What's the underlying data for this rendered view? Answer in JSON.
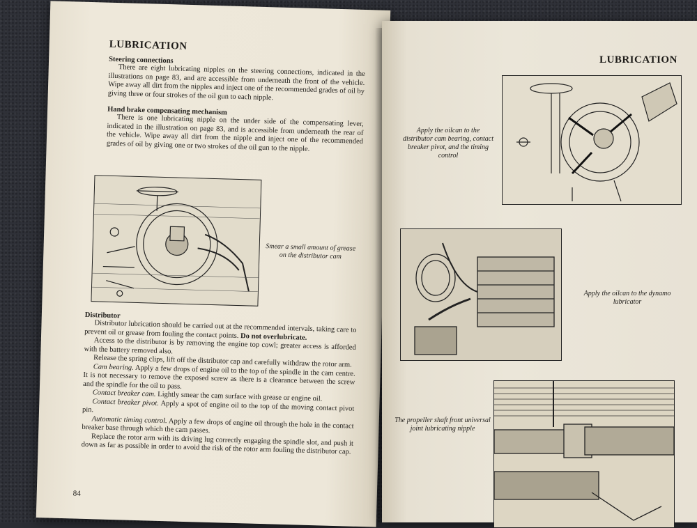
{
  "left_page": {
    "heading": "LUBRICATION",
    "steering": {
      "title": "Steering connections",
      "text": "There are eight lubricating nipples on the steering connections, indicated in the illustrations on page 83, and are accessible from underneath the front of the vehicle. Wipe away all dirt from the nipples and inject one of the recommended grades of oil by giving three or four strokes of the oil gun to each nipple."
    },
    "handbrake": {
      "title": "Hand brake compensating mechanism",
      "text": "There is one lubricating nipple on the under side of the compensating lever, indicated in the illustration on page 83, and is accessible from underneath the rear of the vehicle. Wipe away all dirt from the nipple and inject one of the recommended grades of oil by giving one or two strokes of the oil gun to the nipple."
    },
    "figure_caption": "Smear a small amount of grease on the distributor cam",
    "distributor": {
      "title": "Distributor",
      "p1": "Distributor lubrication should be carried out at the recommended intervals, taking care to prevent oil or grease from fouling the contact points.",
      "p1_bold": "Do not overlubricate.",
      "p2": "Access to the distributor is by removing the engine top cowl; greater access is afforded with the battery removed also.",
      "p3": "Release the spring clips, lift off the distributor cap and carefully withdraw the rotor arm.",
      "p4_label": "Cam bearing.",
      "p4": "Apply a few drops of engine oil to the top of the spindle in the cam centre. It is not necessary to remove the exposed screw as there is a clearance between the screw and the spindle for the oil to pass.",
      "p5_label": "Contact breaker cam.",
      "p5": "Lightly smear the cam surface with grease or engine oil.",
      "p6_label": "Contact breaker pivot.",
      "p6": "Apply a spot of engine oil to the top of the moving contact pivot pin.",
      "p7_label": "Automatic timing control.",
      "p7": "Apply a few drops of engine oil through the hole in the contact breaker base through which the cam passes.",
      "p8": "Replace the rotor arm with its driving lug correctly engaging the spindle slot, and push it down as far as possible in order to avoid the risk of the rotor arm fouling the distributor cap."
    },
    "page_number": "84"
  },
  "right_page": {
    "heading": "LUBRICATION",
    "caption_1": "Apply the oilcan to the distributor cam bearing, contact breaker pivot, and the timing control",
    "caption_2": "Apply the oilcan to the dynamo lubricator",
    "caption_3": "The propeller shaft front universal joint lubricating nipple"
  }
}
